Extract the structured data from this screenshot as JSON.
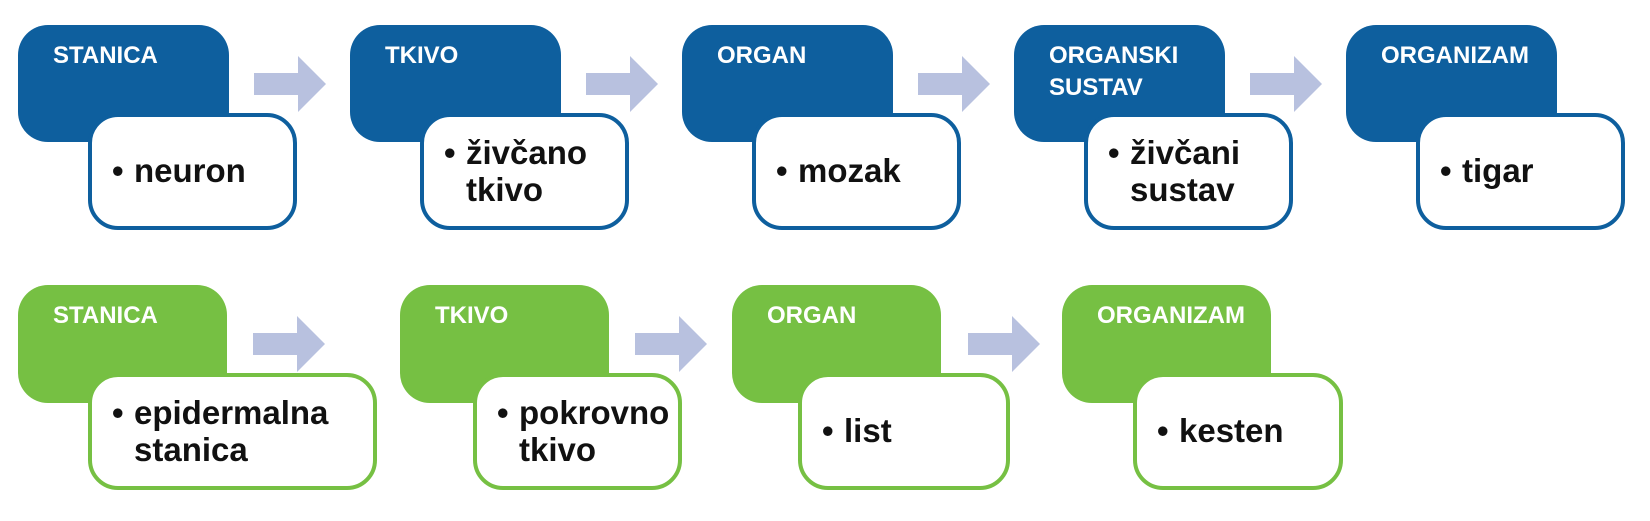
{
  "diagram": {
    "background_color": "#ffffff",
    "arrow_color": "#b8c1df",
    "bullet": "•",
    "rows": [
      {
        "color": "#0e5f9e",
        "stages": [
          {
            "label": "STANICA",
            "item": "neuron"
          },
          {
            "label": "TKIVO",
            "item": "živčano tkivo"
          },
          {
            "label": "ORGAN",
            "item": "mozak"
          },
          {
            "label": "ORGANSKI SUSTAV",
            "item": "živčani sustav"
          },
          {
            "label": "ORGANIZAM",
            "item": "tigar"
          }
        ]
      },
      {
        "color": "#76c043",
        "stages": [
          {
            "label": "STANICA",
            "item": "epidermalna stanica"
          },
          {
            "label": "TKIVO",
            "item": "pokrovno tkivo"
          },
          {
            "label": "ORGAN",
            "item": "list"
          },
          {
            "label": "ORGANIZAM",
            "item": "kesten"
          }
        ]
      }
    ]
  }
}
